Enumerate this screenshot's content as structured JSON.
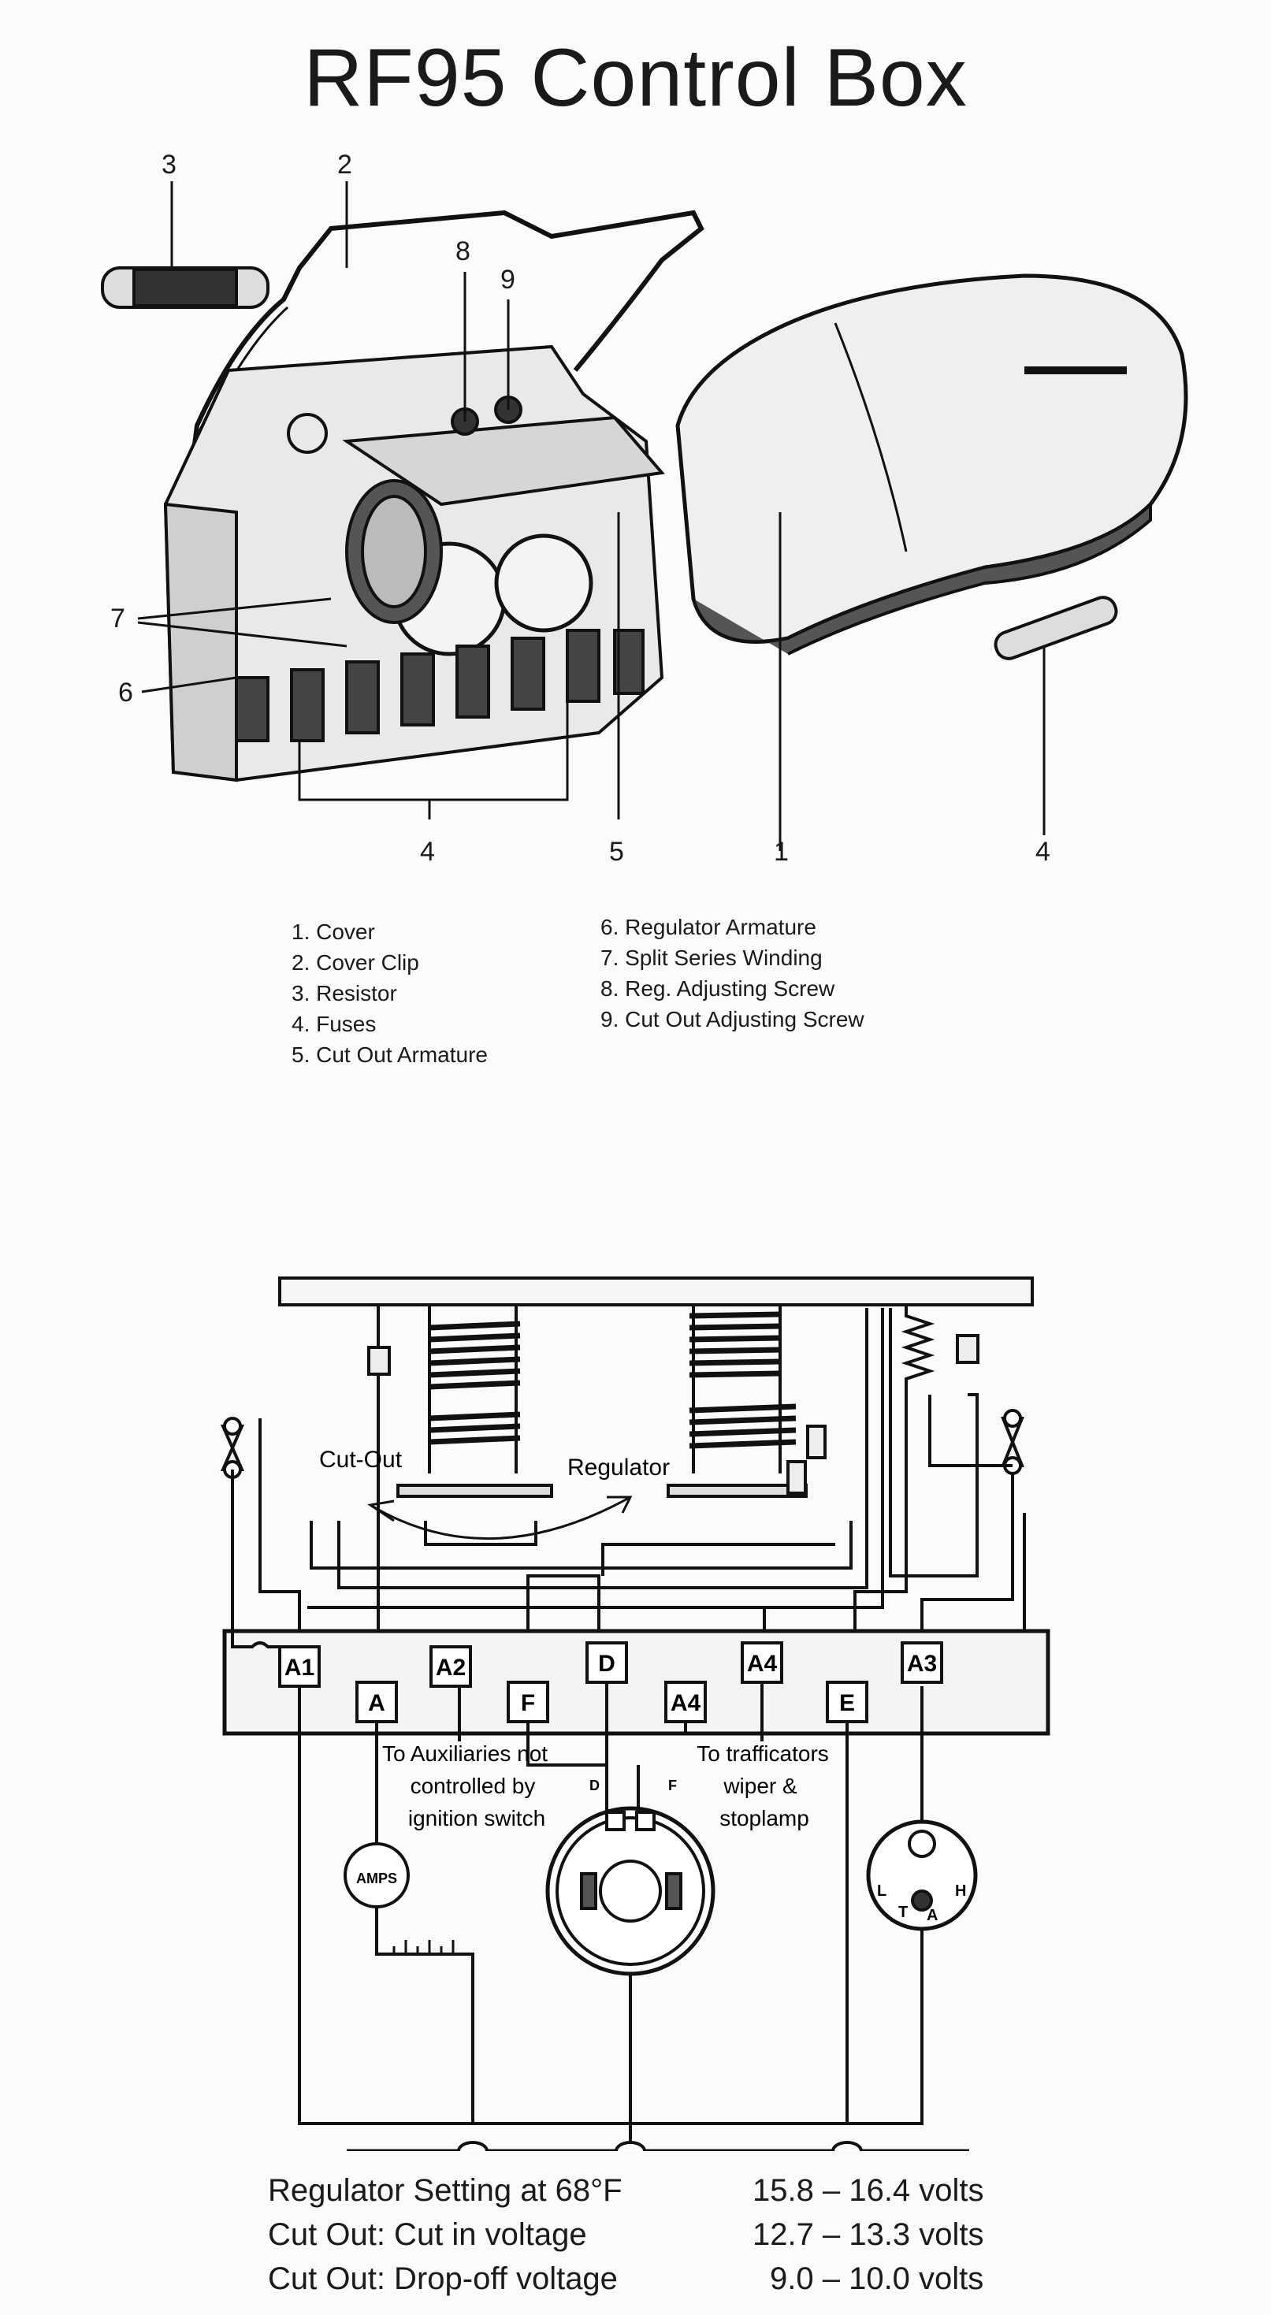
{
  "title": "RF95 Control Box",
  "callouts": [
    "3",
    "2",
    "8",
    "9",
    "7",
    "6",
    "4",
    "5",
    "1",
    "4"
  ],
  "legend": {
    "left": [
      "1. Cover",
      "2. Cover Clip",
      "3. Resistor",
      "4. Fuses",
      "5. Cut Out Armature"
    ],
    "right": [
      "6. Regulator Armature",
      "7. Split Series Winding",
      "8. Reg. Adjusting Screw",
      "9. Cut Out Adjusting Screw"
    ]
  },
  "diagram": {
    "cutout_label": "Cut-Out",
    "regulator_label": "Regulator",
    "terminals": [
      "A1",
      "A",
      "A2",
      "F",
      "D",
      "A4",
      "A4",
      "E",
      "A3"
    ],
    "aux_note": [
      "To Auxiliaries not",
      "controlled by",
      "ignition switch"
    ],
    "traf_note": [
      "To trafficators",
      "wiper &",
      "stoplamp"
    ],
    "ammeter_label": "AMPS",
    "dynamo_d": "D",
    "dynamo_f": "F",
    "switch_labels": [
      "L",
      "H",
      "T",
      "A"
    ]
  },
  "specs": [
    {
      "label": "Regulator Setting at 68°F",
      "value": "15.8 – 16.4 volts"
    },
    {
      "label": "Cut Out: Cut in voltage",
      "value": "12.7 – 13.3 volts"
    },
    {
      "label": "Cut Out: Drop-off voltage",
      "value": "9.0 – 10.0 volts"
    }
  ]
}
